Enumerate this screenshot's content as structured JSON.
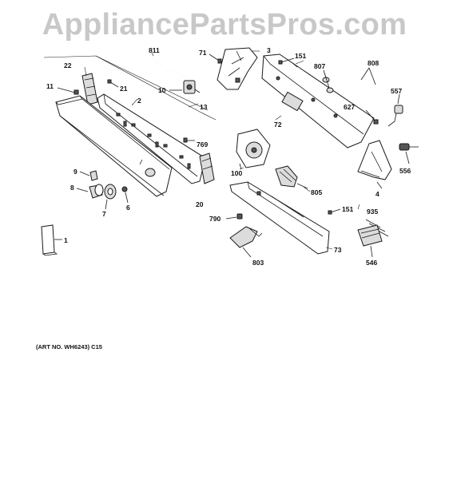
{
  "watermark": "AppliancePartsPros.com",
  "art_number": "(ART NO. WH6243) C15",
  "callouts": [
    {
      "id": "c811",
      "text": "811"
    },
    {
      "id": "c71",
      "text": "71"
    },
    {
      "id": "c3",
      "text": "3"
    },
    {
      "id": "c151a",
      "text": "151"
    },
    {
      "id": "c807",
      "text": "807"
    },
    {
      "id": "c808",
      "text": "808"
    },
    {
      "id": "c22",
      "text": "22"
    },
    {
      "id": "c11",
      "text": "11"
    },
    {
      "id": "c21",
      "text": "21"
    },
    {
      "id": "c10",
      "text": "10"
    },
    {
      "id": "c13",
      "text": "13"
    },
    {
      "id": "c2",
      "text": "2"
    },
    {
      "id": "c557",
      "text": "557"
    },
    {
      "id": "c627",
      "text": "627"
    },
    {
      "id": "c72",
      "text": "72"
    },
    {
      "id": "c769",
      "text": "769"
    },
    {
      "id": "c556",
      "text": "556"
    },
    {
      "id": "c100",
      "text": "100"
    },
    {
      "id": "c9",
      "text": "9"
    },
    {
      "id": "c8",
      "text": "8"
    },
    {
      "id": "c805",
      "text": "805"
    },
    {
      "id": "c4",
      "text": "4"
    },
    {
      "id": "c7",
      "text": "7"
    },
    {
      "id": "c6",
      "text": "6"
    },
    {
      "id": "c20",
      "text": "20"
    },
    {
      "id": "c151b",
      "text": "151"
    },
    {
      "id": "c935",
      "text": "935"
    },
    {
      "id": "c790",
      "text": "790"
    },
    {
      "id": "c1",
      "text": "1"
    },
    {
      "id": "c73",
      "text": "73"
    },
    {
      "id": "c803",
      "text": "803"
    },
    {
      "id": "c546",
      "text": "546"
    }
  ]
}
